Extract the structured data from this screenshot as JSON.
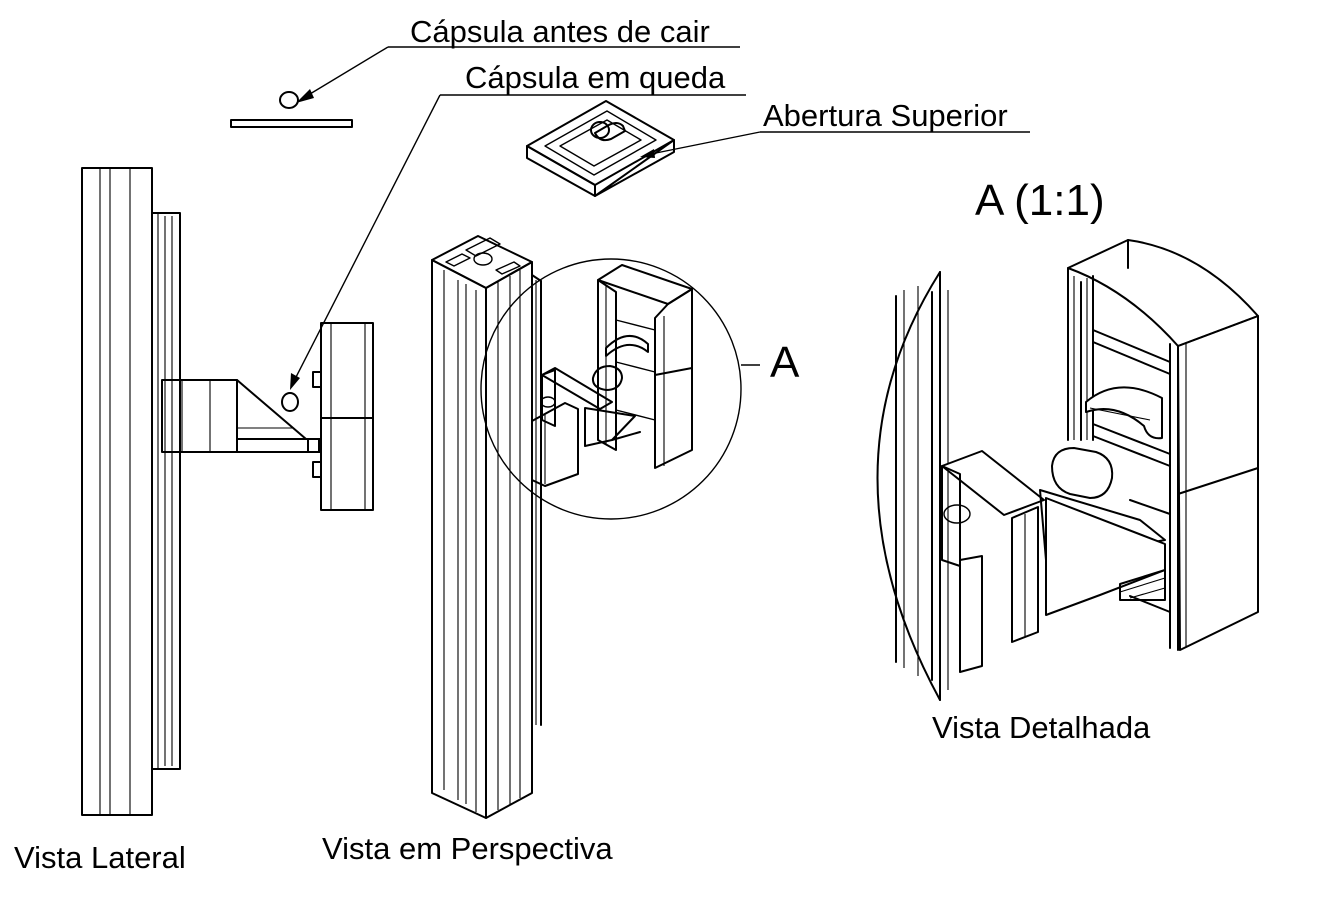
{
  "labels": {
    "capsule_before_fall": "Cápsula antes de cair",
    "capsule_falling": "Cápsula em queda",
    "top_opening": "Abertura Superior",
    "detail_marker": "A",
    "detail_title": "A (1:1)",
    "side_view": "Vista Lateral",
    "perspective_view": "Vista em Perspectiva",
    "detailed_view": "Vista Detalhada"
  },
  "colors": {
    "line": "#000000",
    "background": "#ffffff"
  }
}
